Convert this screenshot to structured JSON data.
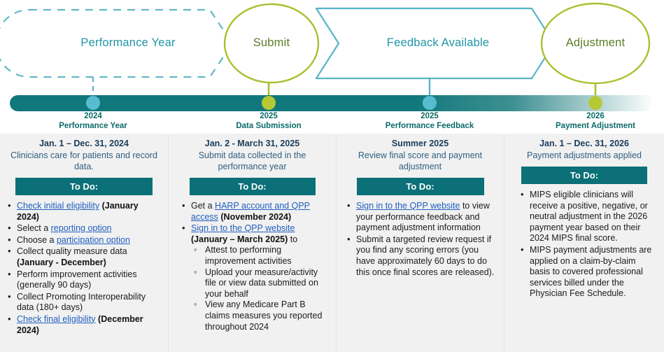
{
  "timeline": {
    "stages": [
      {
        "label": "Performance Year",
        "style": "dashed-teal-delay"
      },
      {
        "label": "Submit",
        "style": "olive-ellipse"
      },
      {
        "label": "Feedback Available",
        "style": "teal-chevron"
      },
      {
        "label": "Adjustment",
        "style": "olive-ellipse"
      }
    ],
    "markers": [
      {
        "year": "2024",
        "name": "Performance Year",
        "dot_color": "#56bdd0"
      },
      {
        "year": "2025",
        "name": "Data Submission",
        "dot_color": "#b5c935"
      },
      {
        "year": "2025",
        "name": "Performance Feedback",
        "dot_color": "#56bdd0"
      },
      {
        "year": "2026",
        "name": "Payment Adjustment",
        "dot_color": "#b5c935"
      }
    ],
    "bar_color": "#10777b",
    "teal_line": "#58b5c8",
    "olive_line": "#a8c02f"
  },
  "colors": {
    "panel_bg": "#f1f1f1",
    "todo_bar": "#0b7077",
    "link": "#1f5fbf",
    "date_heading": "#1a3c5a",
    "desc": "#2e5f80",
    "axis_label": "#0c6b6b"
  },
  "columns": [
    {
      "date": "Jan. 1 – Dec. 31, 2024",
      "description": "Clinicians care for patients and record data.",
      "todo_label": "To Do:",
      "items": [
        {
          "html": "<span class=\"lnk\">Check initial eligibility</span> <span class=\"bld\">(January 2024)</span>"
        },
        {
          "html": "Select a <span class=\"lnk\">reporting option</span>"
        },
        {
          "html": "Choose a <span class=\"lnk\">participation option</span>"
        },
        {
          "html": "Collect quality measure data <span class=\"bld\">(January - December)</span>"
        },
        {
          "html": "Perform improvement activities (generally 90 days)"
        },
        {
          "html": "Collect Promoting Interoperability data (180+ days)"
        },
        {
          "html": "<span class=\"lnk\">Check final eligibility</span> <span class=\"bld\">(December 2024)</span>"
        }
      ]
    },
    {
      "date": "Jan. 2 - March 31, 2025",
      "description": "Submit data collected in the performance year",
      "todo_label": "To Do:",
      "items": [
        {
          "html": "Get a <span class=\"lnk\">HARP account and QPP access</span> <span class=\"bld\">(November 2024)</span>"
        },
        {
          "html": "<span class=\"lnk\">Sign in to the QPP website</span> <span class=\"bld\">(January – March 2025)</span> to",
          "sub": [
            "Attest to performing improvement activities",
            "Upload your measure/activity file or view data submitted on your behalf",
            "View any Medicare Part B claims measures you reported throughout 2024"
          ]
        }
      ]
    },
    {
      "date": "Summer 2025",
      "description": "Review final score and payment adjustment",
      "todo_label": "To Do:",
      "items": [
        {
          "html": "<span class=\"lnk\">Sign in to the QPP website</span> to view your performance feedback and payment adjustment information"
        },
        {
          "html": "Submit a targeted review request if you find any scoring errors (you have approximately 60 days to do this once final scores are released)."
        }
      ]
    },
    {
      "date": "Jan. 1 – Dec. 31, 2026",
      "description": "Payment adjustments applied",
      "todo_label": "To Do:",
      "items": [
        {
          "html": "MIPS eligible clinicians will receive a positive, negative, or neutral adjustment in the 2026 payment year based on their 2024 MIPS final score."
        },
        {
          "html": "MIPS payment adjustments are applied on a claim-by-claim basis to covered professional services billed under the Physician Fee Schedule."
        }
      ]
    }
  ]
}
